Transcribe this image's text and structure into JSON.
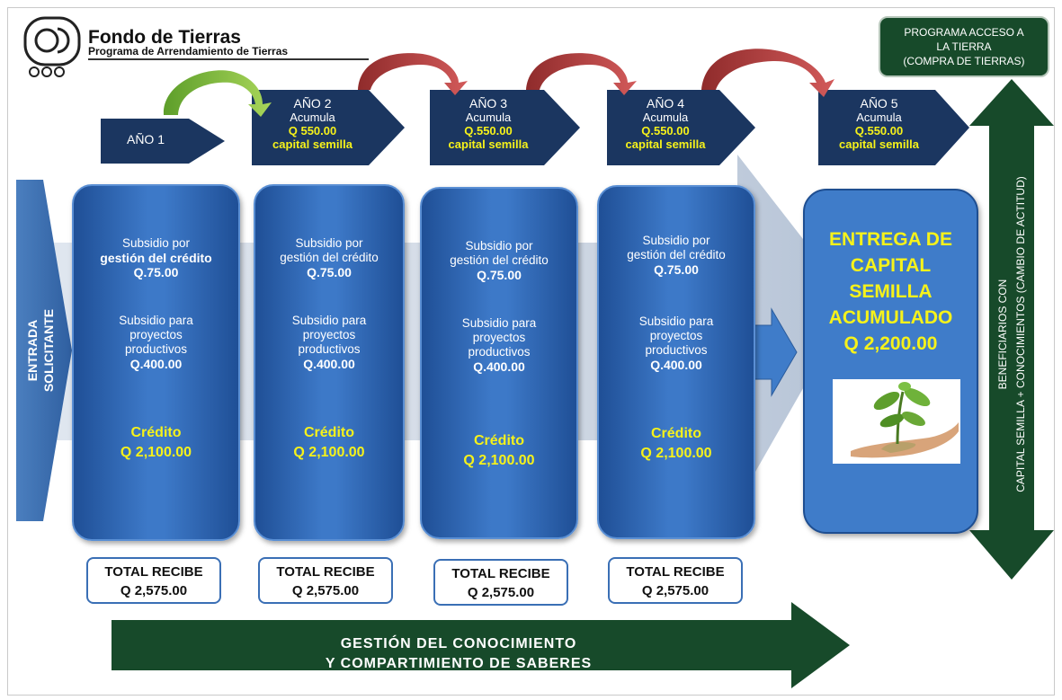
{
  "header": {
    "title": "Fondo de Tierras",
    "subtitle": "Programa de Arrendamiento de Tierras"
  },
  "program_box": {
    "line1": "PROGRAMA ACCESO A",
    "line2": "LA TIERRA",
    "line3": "(COMPRA DE TIERRAS)"
  },
  "entry_arrow": {
    "line1": "ENTRADA",
    "line2": "SOLICITANTE"
  },
  "years": [
    {
      "label": "AÑO 1"
    },
    {
      "label": "AÑO 2",
      "accum": "Acumula",
      "amount": "Q 550.00",
      "seed": "capital semilla"
    },
    {
      "label": "AÑO 3",
      "accum": "Acumula",
      "amount": "Q.550.00",
      "seed": "capital semilla"
    },
    {
      "label": "AÑO 4",
      "accum": "Acumula",
      "amount": "Q.550.00",
      "seed": "capital semilla"
    },
    {
      "label": "AÑO 5",
      "accum": "Acumula",
      "amount": "Q.550.00",
      "seed": "capital semilla"
    }
  ],
  "boxes": [
    {
      "sub1_a": "Subsidio por",
      "sub1_b": "gestión del crédito",
      "sub1_v": "Q.75.00",
      "sub2_a": "Subsidio para",
      "sub2_b": "proyectos",
      "sub2_c": "productivos",
      "sub2_v": "Q.400.00",
      "credit": "Crédito",
      "credit_v": "Q 2,100.00"
    },
    {
      "sub1_a": "Subsidio por",
      "sub1_b": "gestión del crédito",
      "sub1_v": "Q.75.00",
      "sub2_a": "Subsidio para",
      "sub2_b": "proyectos",
      "sub2_c": "productivos",
      "sub2_v": "Q.400.00",
      "credit": "Crédito",
      "credit_v": "Q 2,100.00"
    },
    {
      "sub1_a": "Subsidio por",
      "sub1_b": "gestión del crédito",
      "sub1_v": "Q.75.00",
      "sub2_a": "Subsidio para",
      "sub2_b": "proyectos",
      "sub2_c": "productivos",
      "sub2_v": "Q.400.00",
      "credit": "Crédito",
      "credit_v": "Q 2,100.00"
    },
    {
      "sub1_a": "Subsidio por",
      "sub1_b": "gestión del crédito",
      "sub1_v": "Q.75.00",
      "sub2_a": "Subsidio para",
      "sub2_b": "proyectos",
      "sub2_c": "productivos",
      "sub2_v": "Q.400.00",
      "credit": "Crédito",
      "credit_v": "Q 2,100.00"
    }
  ],
  "totals": [
    {
      "label": "TOTAL RECIBE",
      "value": "Q 2,575.00"
    },
    {
      "label": "TOTAL RECIBE",
      "value": "Q 2,575.00"
    },
    {
      "label": "TOTAL RECIBE",
      "value": "Q 2,575.00"
    },
    {
      "label": "TOTAL RECIBE",
      "value": "Q 2,575.00"
    }
  ],
  "final_box": {
    "line1": "ENTREGA DE",
    "line2": "CAPITAL",
    "line3": "SEMILLA",
    "line4": "ACUMULADO",
    "line5": "Q 2,200.00"
  },
  "vertical_arrow": {
    "line1": "BENEFICIARIOS CON",
    "line2": "CAPITAL SEMILLA + CONOCIMIENTOS  (CAMBIO DE ACTITUD)"
  },
  "bottom_arrow": {
    "line1": "GESTIÓN DEL CONOCIMIENTO",
    "line2": "Y COMPARTIMIENTO DE SABERES"
  },
  "colors": {
    "navy": "#1b3660",
    "blue_box": "#2f63ad",
    "yellow": "#f6f21a",
    "dark_green": "#174a2a",
    "arrow_green": "#8cc63f",
    "arrow_red": "#b83a3a"
  }
}
